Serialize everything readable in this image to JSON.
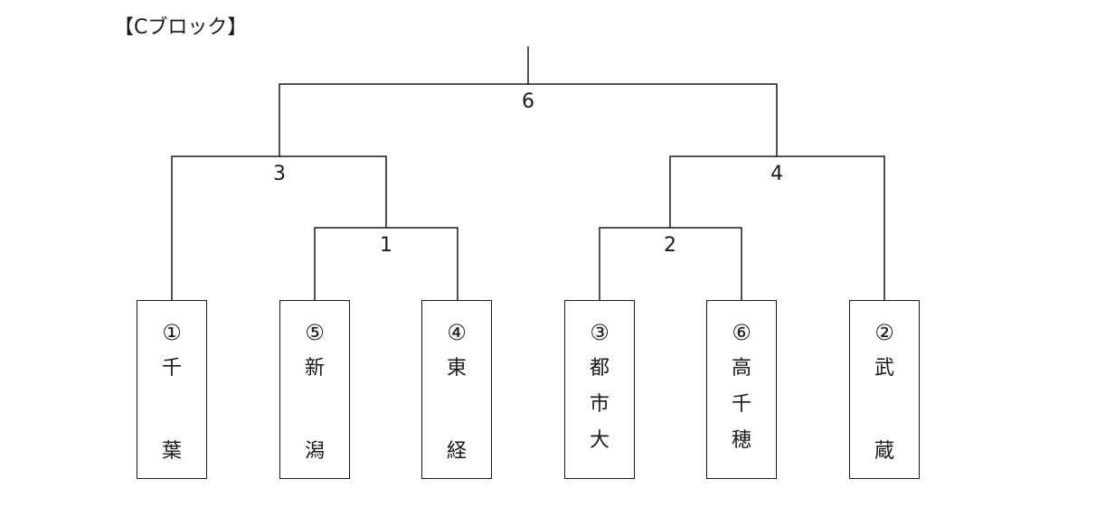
{
  "title": "【Cブロック】",
  "matches": [
    {
      "no": "1"
    },
    {
      "no": "2"
    },
    {
      "no": "3"
    },
    {
      "no": "4"
    },
    {
      "no": "6"
    }
  ],
  "teams": [
    {
      "seed": "①",
      "chars": [
        "千",
        "葉"
      ]
    },
    {
      "seed": "⑤",
      "chars": [
        "新",
        "潟"
      ]
    },
    {
      "seed": "④",
      "chars": [
        "東",
        "経"
      ]
    },
    {
      "seed": "③",
      "chars": [
        "都",
        "市",
        "大"
      ]
    },
    {
      "seed": "⑥",
      "chars": [
        "高",
        "千",
        "穂"
      ]
    },
    {
      "seed": "②",
      "chars": [
        "武",
        "蔵"
      ]
    }
  ]
}
